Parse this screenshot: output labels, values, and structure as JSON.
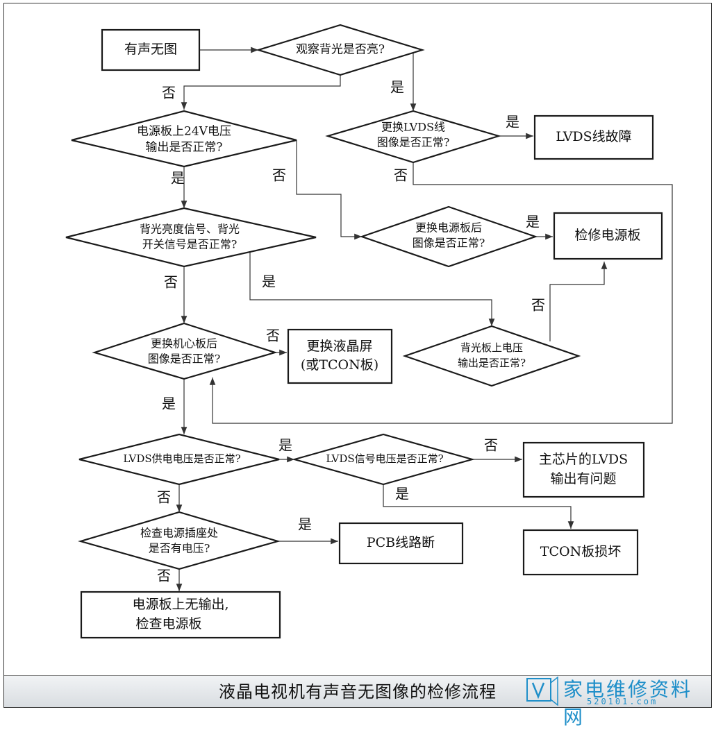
{
  "nodes": {
    "start": "有声无图",
    "q_backlight": "观察背光是否亮?",
    "q_24v": [
      "电源板上24V电压",
      "输出是否正常?"
    ],
    "q_lvds_cable": [
      "更换LVDS线",
      "图像是否正常?"
    ],
    "r_lvds_fault": "LVDS线故障",
    "q_bl_signal": [
      "背光亮度信号、背光",
      "开关信号是否正常?"
    ],
    "q_power_board": [
      "更换电源板后",
      "图像是否正常?"
    ],
    "r_repair_power": "检修电源板",
    "q_bl_board": [
      "背光板上电压",
      "输出是否正常?"
    ],
    "q_mainboard": [
      "更换机心板后",
      "图像是否正常?"
    ],
    "r_replace_lcd": [
      "更换液晶屏",
      "(或TCON板)"
    ],
    "q_lvds_supply": "LVDS供电电压是否正常?",
    "q_lvds_signal": "LVDS信号电压是否正常?",
    "r_chip_lvds": [
      "主芯片的LVDS",
      "输出有问题"
    ],
    "q_socket": [
      "检查电源插座处",
      "是否有电压?"
    ],
    "r_pcb": "PCB线路断",
    "r_tcon": "TCON板损坏",
    "r_no_output": [
      "电源板上无输出,",
      "检查电源板"
    ]
  },
  "edge_labels": {
    "yes": "是",
    "no": "否"
  },
  "caption": "液晶电视机有声音无图像的检修流程",
  "watermark": {
    "logo_text": "家电维修资料网",
    "url": "520101.com",
    "color": "#1f8fc9"
  }
}
